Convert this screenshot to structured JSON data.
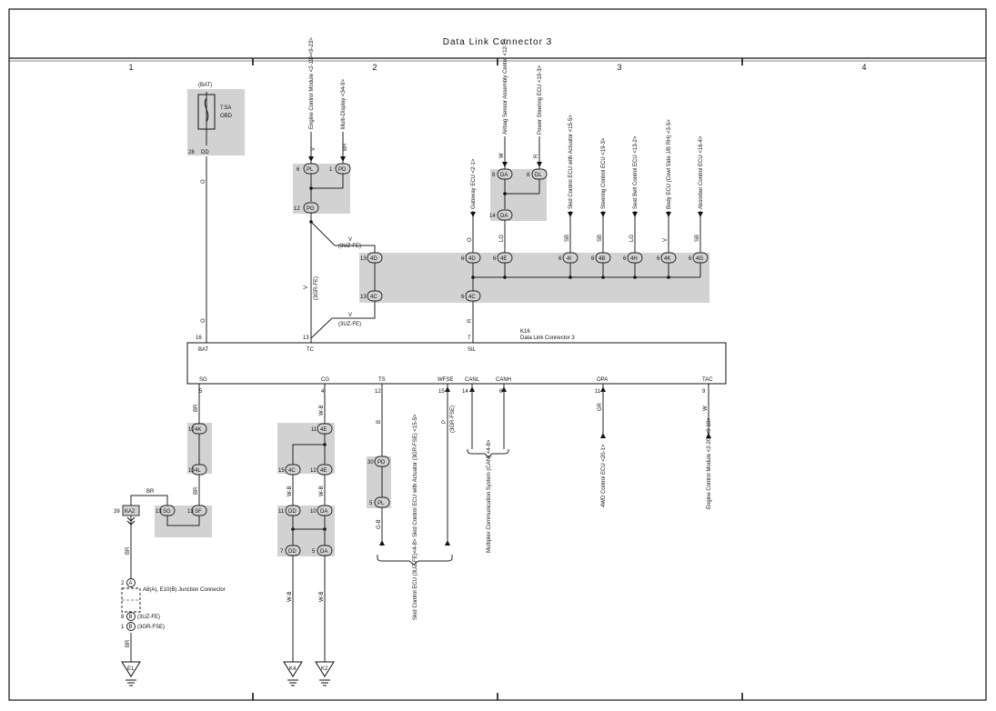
{
  "title": "Data Link Connector 3",
  "columns": [
    "1",
    "2",
    "3",
    "4"
  ],
  "dlc": {
    "code": "K16",
    "name": "Data Link Connector 3",
    "top_pins": [
      {
        "num": "16",
        "name": "BAT"
      },
      {
        "num": "13",
        "name": "TC"
      },
      {
        "num": "7",
        "name": "SIL"
      }
    ],
    "bottom_pins": [
      {
        "num": "5",
        "name": "SG"
      },
      {
        "num": "4",
        "name": "CG"
      },
      {
        "num": "12",
        "name": "TS"
      },
      {
        "num": "15",
        "name": "WFSE"
      },
      {
        "num": "14",
        "name": "CANL"
      },
      {
        "num": "6",
        "name": "CANH"
      },
      {
        "num": "11",
        "name": "OPA"
      },
      {
        "num": "9",
        "name": "TAC"
      }
    ]
  },
  "fuse": {
    "source": "(BAT)",
    "rating": "7.5A",
    "name": "OBD",
    "pin": "28",
    "conn": "DD"
  },
  "devices_top": [
    {
      "label": "Engine Control Module <2-19><9-23>",
      "wire": "V",
      "pin": "6",
      "conn": "PL"
    },
    {
      "label": "Multi-Display <34-9>",
      "wire": "BR",
      "pin": "1",
      "conn": "PD"
    },
    {
      "label": "Airbag Sensor Assembly Center <12-7>",
      "wire": "W",
      "pin": "8",
      "conn": "DA"
    },
    {
      "label": "Power Steering ECU <19-3>",
      "wire": "R",
      "pin": "8",
      "conn": "DL"
    },
    {
      "label": "Gateway ECU <2-1>",
      "wire": "O",
      "pin": "6",
      "conn": "4D"
    },
    {
      "label": "",
      "wire": "LG",
      "pin": "6",
      "conn": "4E"
    },
    {
      "label": "Skid Control ECU with Actuator <15-5>",
      "wire": "SB",
      "pin": "6",
      "conn": "4I"
    },
    {
      "label": "Steering Control ECU <19-3>",
      "wire": "SB",
      "pin": "6",
      "conn": "4B"
    },
    {
      "label": "Seat Belt Control ECU <13-2>",
      "wire": "LG",
      "pin": "6",
      "conn": "4H"
    },
    {
      "label": "Body ECU (Cowl Side J/B RH) <3-5>",
      "wire": "V",
      "pin": "6",
      "conn": "4K"
    },
    {
      "label": "Absorber Control ECU <16-4>",
      "wire": "SB",
      "pin": "6",
      "conn": "4G"
    }
  ],
  "junctions": [
    {
      "pin": "12",
      "conn": "PG"
    },
    {
      "pin": "14",
      "conn": "DA"
    },
    {
      "pin": "13",
      "conn": "4D"
    },
    {
      "pin": "13",
      "conn": "4C"
    },
    {
      "pin": "6",
      "conn": "4C"
    }
  ],
  "wire_notes": {
    "v1": "V",
    "v2": "V",
    "v3": "V",
    "r": "R",
    "o": "O",
    "uz1": "(3UZ-FE)",
    "uz2": "(3UZ-FE)",
    "gr": "(3GR-FE)",
    "grfse": "(3GR-FSE)"
  },
  "bottom_left": {
    "sg_wire": "BR",
    "pins": [
      {
        "pin": "12",
        "conn": "4K"
      },
      {
        "pin": "13",
        "conn": "4L"
      },
      {
        "pin": "13",
        "conn": "SG"
      },
      {
        "pin": "13",
        "conn": "SF"
      }
    ],
    "bridge_wire": "BR",
    "wire_br_lower": "BR",
    "ka2": {
      "pin": "39",
      "conn": "KA2"
    },
    "ka2_wire": "BR",
    "jc": {
      "name": "A8(A), E10(B) Junction Connector",
      "pin_a": "2",
      "conn_a": "A",
      "pin_b1": "8",
      "conn_b1": "B",
      "note_b1": "(3UZ-FE)",
      "pin_b2": "1",
      "conn_b2": "B",
      "note_b2": "(3GR-FSE)"
    },
    "jc_wire": "BR",
    "ground": "E1"
  },
  "bottom_cg": {
    "cg_wire": "W-B",
    "pins": [
      {
        "pin": "11",
        "conn": "4E"
      },
      {
        "pin": "15",
        "conn": "4C"
      },
      {
        "pin": "12",
        "conn": "4E"
      },
      {
        "pin": "11",
        "conn": "DD"
      },
      {
        "pin": "10",
        "conn": "DA"
      },
      {
        "pin": "7",
        "conn": "DD"
      },
      {
        "pin": "5",
        "conn": "DA"
      }
    ],
    "wire_mid_l": "W-B",
    "wire_mid_r": "W-B",
    "wire_low_l": "W-B",
    "wire_low_r": "W-B",
    "ground_l": "K4",
    "ground_r": "K2"
  },
  "bottom_ts": {
    "wire_b": "B",
    "pins": [
      {
        "pin": "30",
        "conn": "PD"
      },
      {
        "pin": "5",
        "conn": "PL"
      }
    ],
    "wire_gb": "G-B",
    "wfse_wire": "P",
    "wfse_note": "(3GR-FSE)",
    "label": "Skid Control ECU (3UZ-FE)<4-8> Skid Control ECU with Actuator (3GR-FSE) <15-5>"
  },
  "can_label": "Multiplex Communication System (CAN) <4-8>",
  "opa": {
    "wire": "GR",
    "label": "4WD Control ECU <20-1>"
  },
  "tac": {
    "wire": "W",
    "label": "Engine Control Module <2-20><9-10>"
  }
}
